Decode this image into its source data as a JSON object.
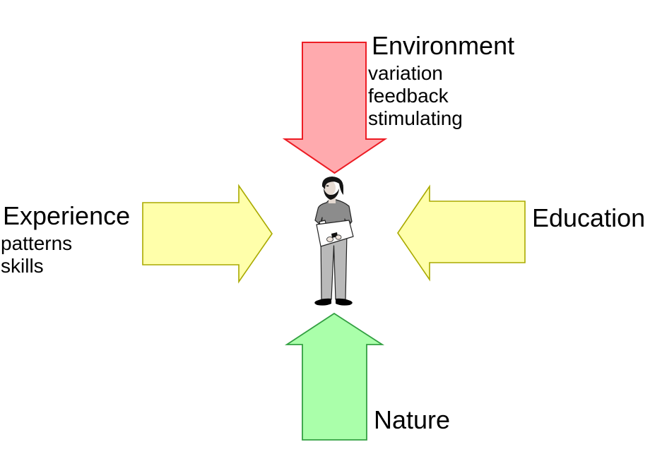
{
  "diagram": {
    "background_color": "#ffffff",
    "center_figure": {
      "name": "standing man holding papers",
      "shirt_color": "#8c8c8c",
      "pants_color": "#b9b9b9"
    },
    "factors": {
      "environment": {
        "label": "Environment",
        "sublabels": [
          "variation",
          "feedback",
          "stimulating"
        ],
        "arrow_direction": "down",
        "arrow_fill": "#ffaaae",
        "arrow_stroke": "#ed1c24"
      },
      "experience": {
        "label": "Experience",
        "sublabels": [
          "patterns",
          "skills"
        ],
        "arrow_direction": "right",
        "arrow_fill": "#ffffaa",
        "arrow_stroke": "#aaaa00"
      },
      "education": {
        "label": "Education",
        "sublabels": [],
        "arrow_direction": "left",
        "arrow_fill": "#ffffaa",
        "arrow_stroke": "#aaaa00"
      },
      "nature": {
        "label": "Nature",
        "sublabels": [],
        "arrow_direction": "up",
        "arrow_fill": "#aaffaa",
        "arrow_stroke": "#33a042"
      }
    }
  }
}
